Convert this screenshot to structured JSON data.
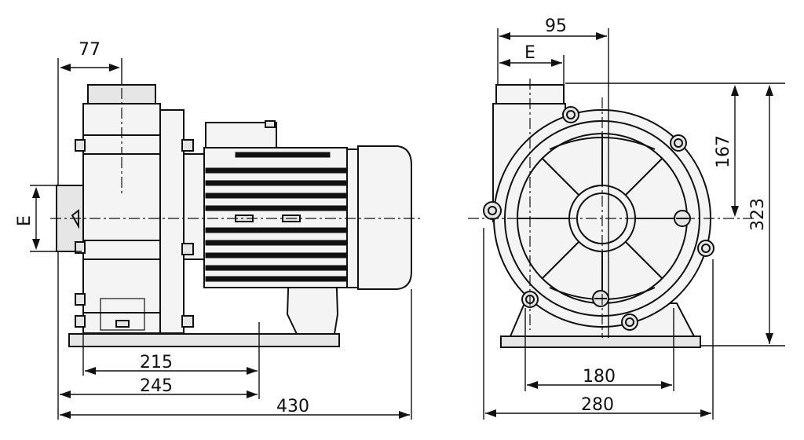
{
  "labels": {
    "side": {
      "d77": "77",
      "e": "E",
      "d215": "215",
      "d245": "245",
      "d430": "430"
    },
    "front": {
      "d95": "95",
      "e": "E",
      "d167": "167",
      "d323": "323",
      "d180": "180",
      "d280": "280"
    }
  }
}
